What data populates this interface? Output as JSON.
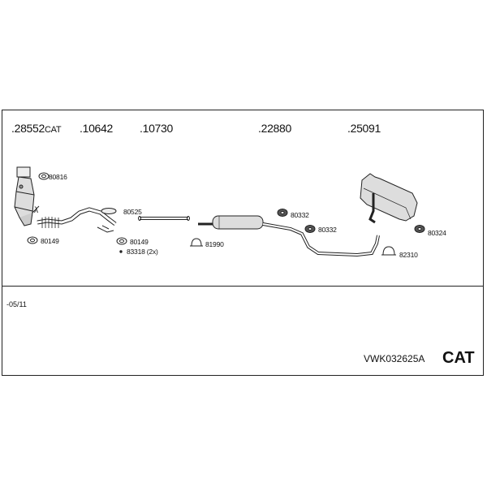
{
  "part_numbers": [
    {
      "number": ".28552",
      "suffix": "CAT"
    },
    {
      "number": ".10642",
      "suffix": ""
    },
    {
      "number": ".10730",
      "suffix": ""
    },
    {
      "number": ".22880",
      "suffix": ""
    },
    {
      "number": ".25091",
      "suffix": ""
    }
  ],
  "component_labels": {
    "gasket_top": "80816",
    "gasket_bottom": "80149",
    "lambda_symbol": "λ",
    "clamp_ring": "80525",
    "gasket_mid": "80149",
    "bolts": "83318 (2x)",
    "clamp_mid": "81990",
    "hanger_1": "80332",
    "hanger_2": "80332",
    "clamp_rear": "82310",
    "hanger_rear": "80324"
  },
  "validity": "-05/11",
  "kit_code": "VWK032625A",
  "kit_type": "CAT"
}
